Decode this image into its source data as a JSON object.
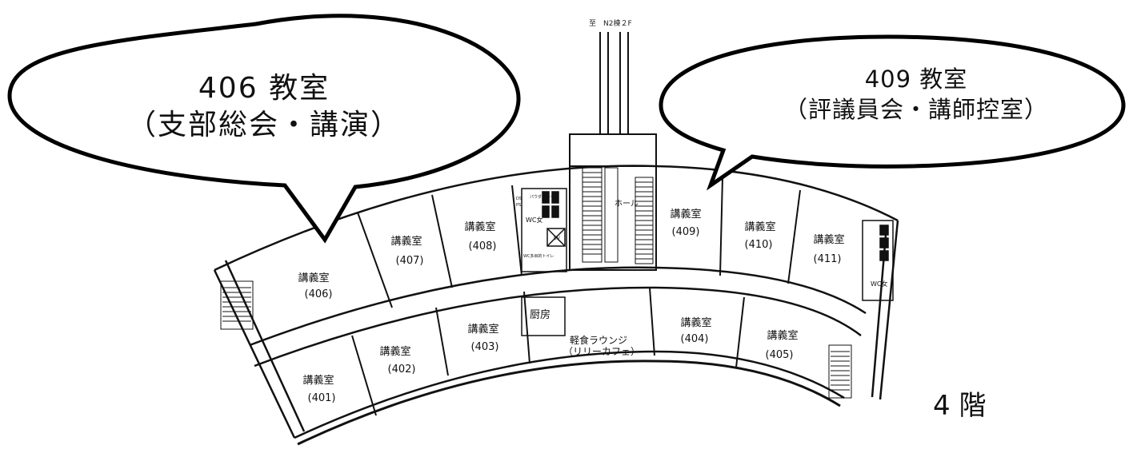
{
  "callouts": {
    "left": {
      "line1": "406 教室",
      "line2": "（支部総会・講演）"
    },
    "right": {
      "line1": "409 教室",
      "line2": "（評議員会・講師控室）"
    }
  },
  "floor_label": "4 階",
  "top_label": "至　N2棟２F",
  "rooms": [
    {
      "name": "講義室",
      "number": "(401)"
    },
    {
      "name": "講義室",
      "number": "(402)"
    },
    {
      "name": "講義室",
      "number": "(403)"
    },
    {
      "name": "講義室",
      "number": "(404)"
    },
    {
      "name": "講義室",
      "number": "(405)"
    },
    {
      "name": "講義室",
      "number": "(406)"
    },
    {
      "name": "講義室",
      "number": "(407)"
    },
    {
      "name": "講義室",
      "number": "(408)"
    },
    {
      "name": "講義室",
      "number": "(409)"
    },
    {
      "name": "講義室",
      "number": "(410)"
    },
    {
      "name": "講義室",
      "number": "(411)"
    }
  ],
  "facilities": {
    "hall": "ホール",
    "kitchen": "厨房",
    "lounge_line1": "軽食ラウンジ",
    "lounge_line2": "（リリーカフェ）",
    "wc_female_left": "WC女",
    "wc_female_right": "WC女",
    "powder_room": "パウダールーム",
    "multipurpose_toilet": "WC多目的トイレ",
    "ps": "PS",
    "ds": "DS",
    "ev": "EV"
  }
}
